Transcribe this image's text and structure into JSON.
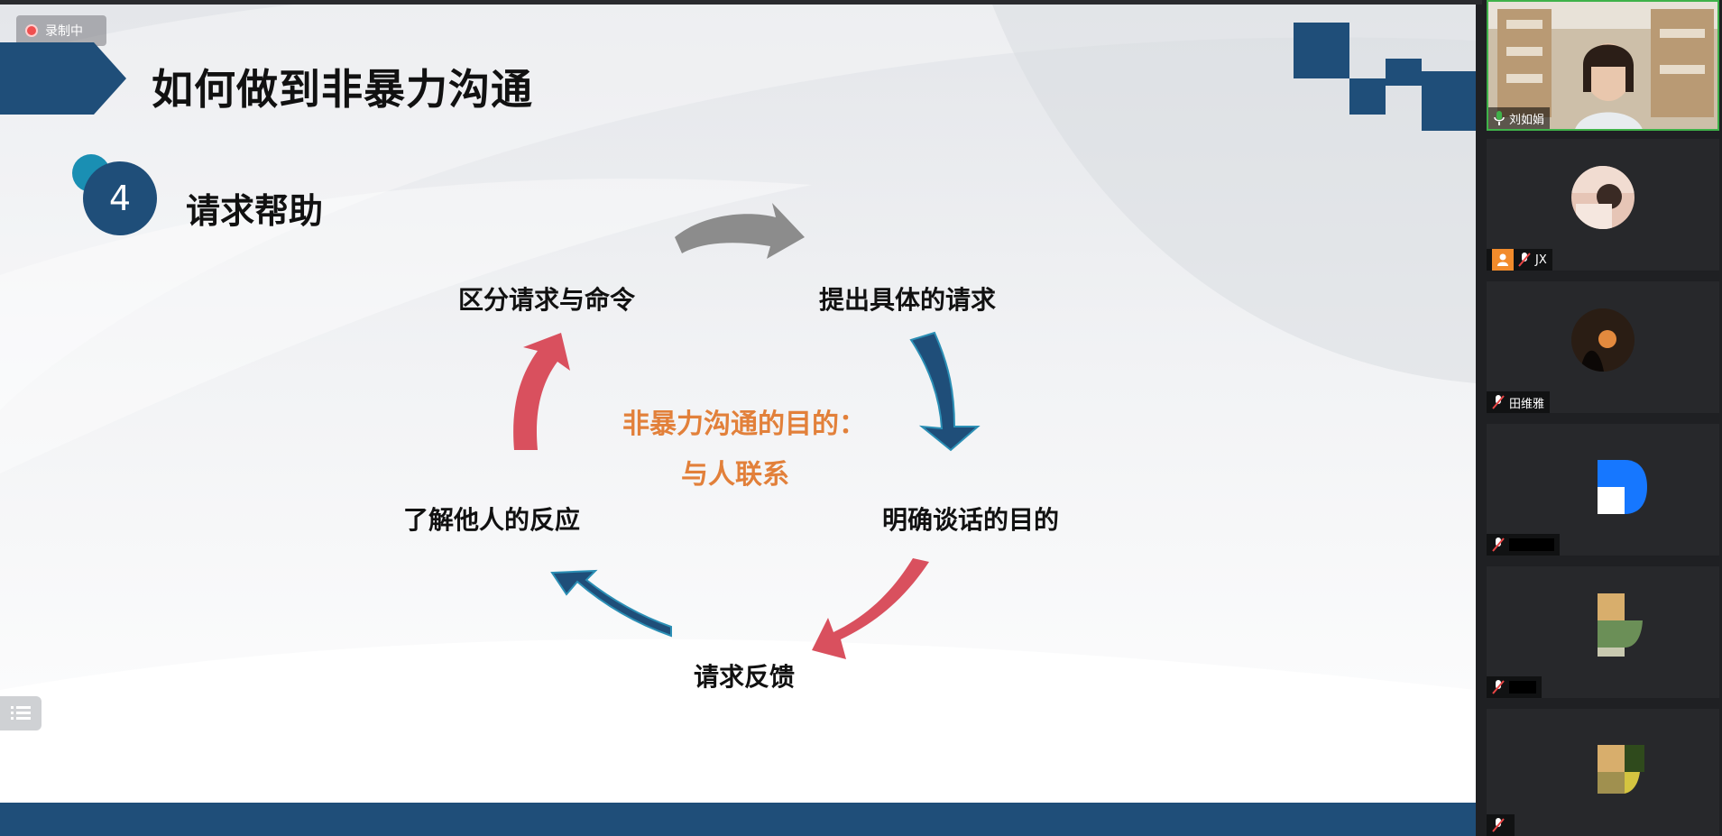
{
  "recording": {
    "label": "录制中"
  },
  "slide": {
    "title": "如何做到非暴力沟通",
    "section_number": "4",
    "section_title": "请求帮助",
    "cycle_nodes": {
      "top_left": "区分请求与命令",
      "top_right": "提出具体的请求",
      "right": "明确谈话的目的",
      "bottom": "请求反馈",
      "left": "了解他人的反应"
    },
    "center_line1": "非暴力沟通的目的：",
    "center_line2": "与人联系",
    "colors": {
      "navy": "#1f4e79",
      "pink": "#d9505e",
      "gray": "#8c8c8c",
      "orange": "#e2803a"
    }
  },
  "participants": [
    {
      "name": "刘如娟",
      "mic": "on",
      "speaking": true
    },
    {
      "name": "JX",
      "mic": "muted"
    },
    {
      "name": "田维雅",
      "mic": "muted"
    },
    {
      "name": "",
      "mic": "muted"
    },
    {
      "name": "",
      "mic": "muted"
    },
    {
      "name": "",
      "mic": "muted"
    }
  ]
}
